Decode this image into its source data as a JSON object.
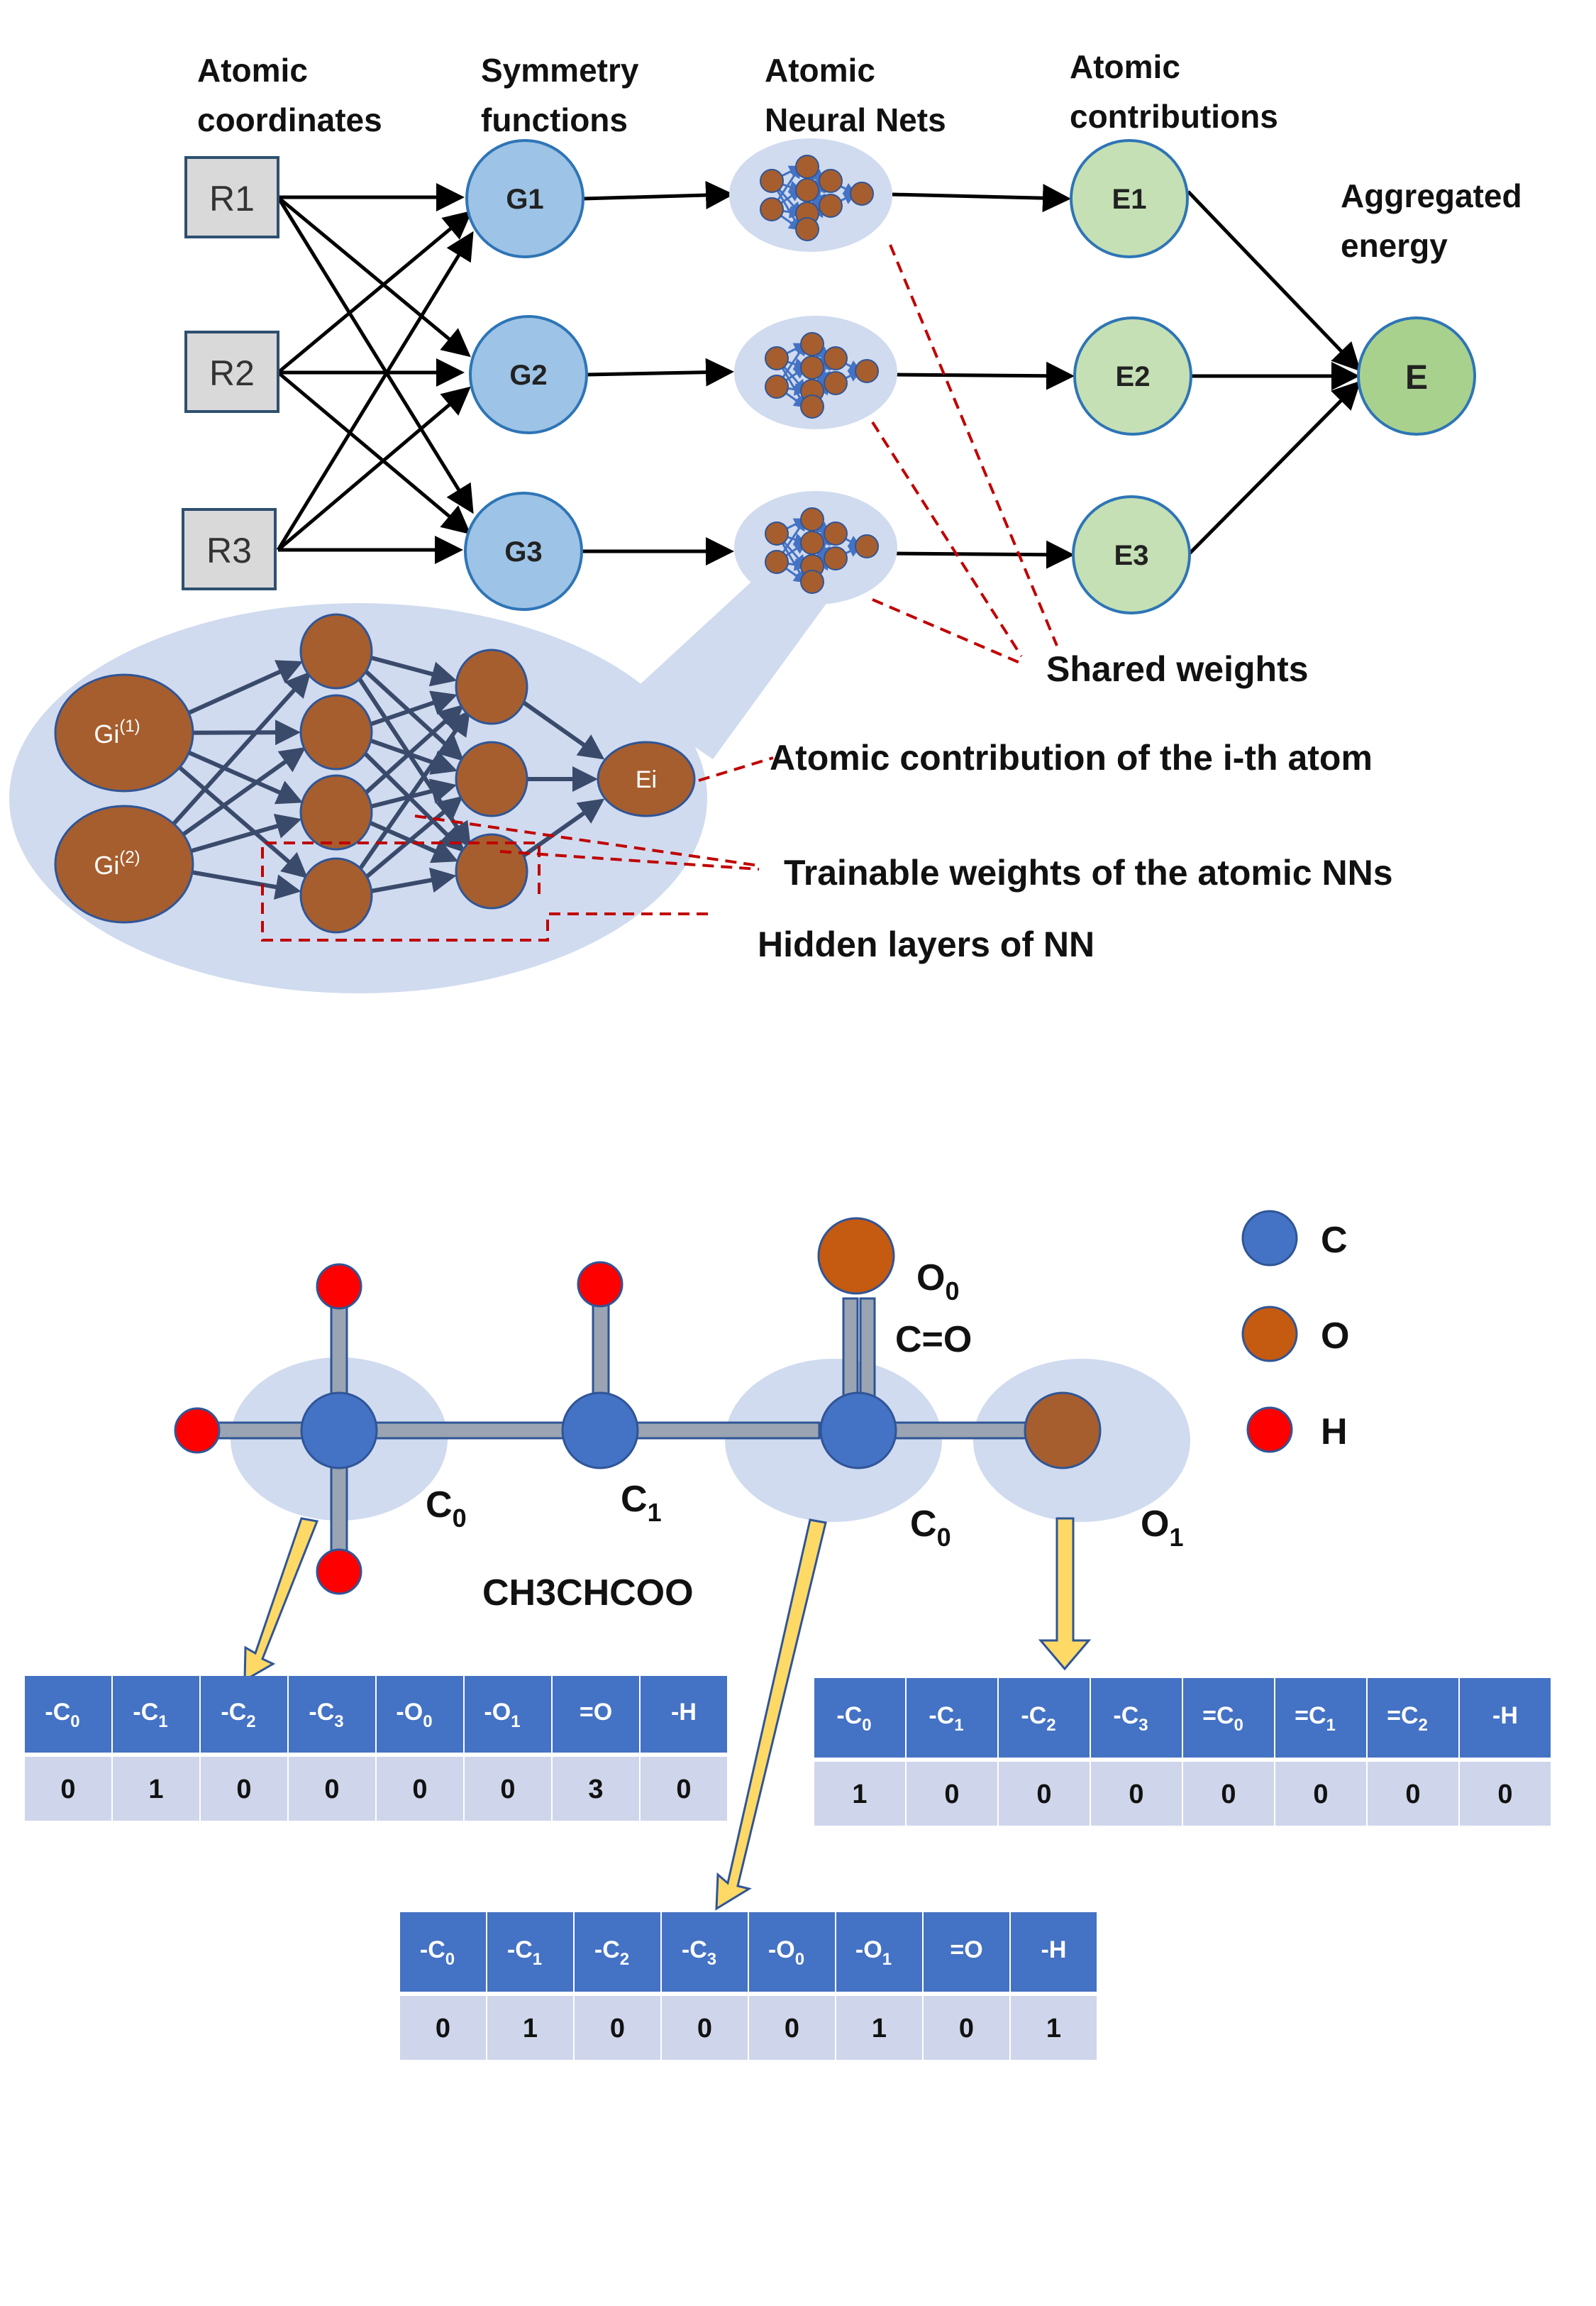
{
  "headers": {
    "atomic_coordinates": [
      "Atomic",
      "coordinates"
    ],
    "symmetry_functions": [
      "Symmetry",
      "functions"
    ],
    "atomic_neural_nets": [
      "Atomic",
      "Neural Nets"
    ],
    "atomic_contributions": [
      "Atomic",
      "contributions"
    ],
    "aggregated_energy": [
      "Aggregated",
      "energy"
    ]
  },
  "coordinates": [
    "R1",
    "R2",
    "R3"
  ],
  "symmetry": [
    "G1",
    "G2",
    "G3"
  ],
  "contributions": [
    "E1",
    "E2",
    "E3"
  ],
  "energy": "E",
  "nn_inputs": [
    {
      "base": "Gi",
      "sup": "(1)"
    },
    {
      "base": "Gi",
      "sup": "(2)"
    }
  ],
  "nn_output": "Ei",
  "annotations": {
    "shared_weights": "Shared weights",
    "atomic_contribution": "Atomic contribution of the i-th atom",
    "trainable_weights": "Trainable weights of the atomic NNs",
    "hidden_layers": "Hidden layers of NN"
  },
  "molecule": {
    "name": "CH3CHCOO",
    "labels": [
      {
        "base": "C",
        "sub": "0"
      },
      {
        "base": "C",
        "sub": "1"
      },
      {
        "base": "C",
        "sub": "0"
      },
      {
        "base": "O",
        "sub": "1"
      },
      {
        "base": "O",
        "sub": "0"
      }
    ],
    "double_bond": "C=O"
  },
  "legend": [
    {
      "label": "C",
      "color": "#4472c4"
    },
    {
      "label": "O",
      "color": "#c55a11"
    },
    {
      "label": "H",
      "color": "#ff0000"
    }
  ],
  "tables": [
    {
      "headers": [
        {
          "base": "-C",
          "sub": "0"
        },
        {
          "base": "-C",
          "sub": "1"
        },
        {
          "base": "-C",
          "sub": "2"
        },
        {
          "base": "-C",
          "sub": "3"
        },
        {
          "base": "-O",
          "sub": "0"
        },
        {
          "base": "-O",
          "sub": "1"
        },
        {
          "base": "=O",
          "sub": ""
        },
        {
          "base": "-H",
          "sub": ""
        }
      ],
      "values": [
        "0",
        "1",
        "0",
        "0",
        "0",
        "0",
        "3",
        "0"
      ]
    },
    {
      "headers": [
        {
          "base": "-C",
          "sub": "0"
        },
        {
          "base": "-C",
          "sub": "1"
        },
        {
          "base": "-C",
          "sub": "2"
        },
        {
          "base": "-C",
          "sub": "3"
        },
        {
          "base": "=C",
          "sub": "0"
        },
        {
          "base": "=C",
          "sub": "1"
        },
        {
          "base": "=C",
          "sub": "2"
        },
        {
          "base": "-H",
          "sub": ""
        }
      ],
      "values": [
        "1",
        "0",
        "0",
        "0",
        "0",
        "0",
        "0",
        "0"
      ]
    },
    {
      "headers": [
        {
          "base": "-C",
          "sub": "0"
        },
        {
          "base": "-C",
          "sub": "1"
        },
        {
          "base": "-C",
          "sub": "2"
        },
        {
          "base": "-C",
          "sub": "3"
        },
        {
          "base": "-O",
          "sub": "0"
        },
        {
          "base": "-O",
          "sub": "1"
        },
        {
          "base": "=O",
          "sub": ""
        },
        {
          "base": "-H",
          "sub": ""
        }
      ],
      "values": [
        "0",
        "1",
        "0",
        "0",
        "0",
        "1",
        "0",
        "1"
      ]
    }
  ],
  "colors": {
    "g_fill": "#9dc3e6",
    "e_fill": "#c5e0b4",
    "energy_fill": "#a9d18e",
    "neuron": "#a65e2e",
    "bubble": "#d0dbef",
    "table_header": "#4472c4",
    "table_cell": "#cfd5ea"
  }
}
